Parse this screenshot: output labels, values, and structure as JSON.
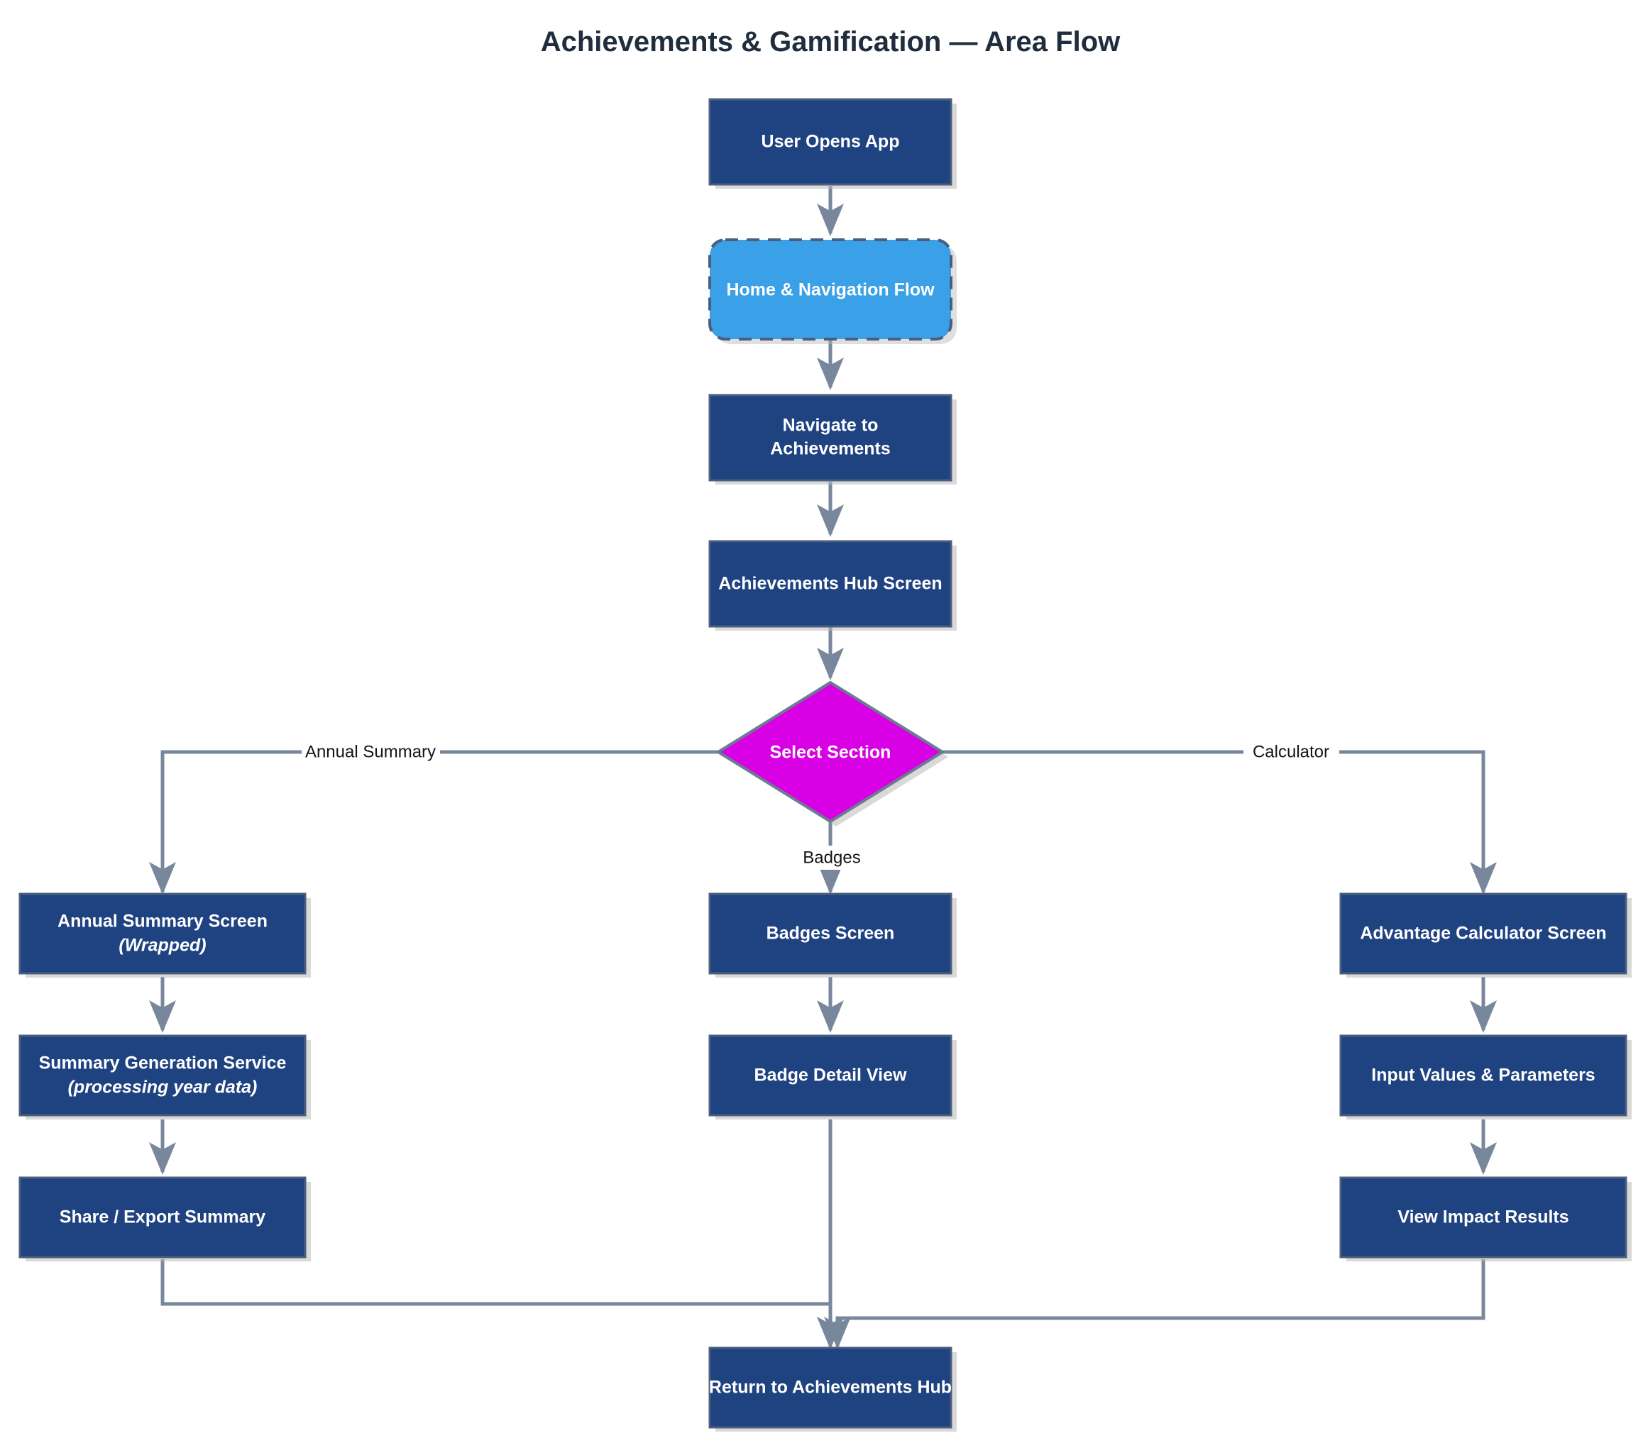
{
  "diagram": {
    "title": "Achievements & Gamification — Area Flow",
    "type": "flowchart",
    "direction": "top-down",
    "colors": {
      "node_fill": "#1f4281",
      "node_stroke": "#4a5e7d",
      "subflow_fill": "#3aa0e8",
      "decision_fill": "#d900e6",
      "decision_stroke": "#6b7b91",
      "edge": "#78879c",
      "title_text": "#1f2d3d",
      "node_text": "#ffffff",
      "edge_label_text": "#141414"
    },
    "nodes": {
      "user_opens_app": {
        "label": "User Opens App",
        "shape": "rect",
        "style": "process"
      },
      "home_nav_flow": {
        "label": "Home & Navigation Flow",
        "shape": "rounded-dashed",
        "style": "subflow"
      },
      "navigate_to_achievements": {
        "label_line1": "Navigate to",
        "label_line2": "Achievements",
        "shape": "rect",
        "style": "process"
      },
      "achievements_hub": {
        "label": "Achievements Hub Screen",
        "shape": "rect",
        "style": "process"
      },
      "select_section": {
        "label": "Select Section",
        "shape": "diamond",
        "style": "decision"
      },
      "annual_summary_screen": {
        "label_line1": "Annual Summary Screen",
        "label_line2": "(Wrapped)",
        "shape": "rect",
        "style": "process"
      },
      "summary_generation_service": {
        "label_line1": "Summary Generation Service",
        "label_line2": "(processing year data)",
        "shape": "rect",
        "style": "process"
      },
      "share_export_summary": {
        "label": "Share / Export Summary",
        "shape": "rect",
        "style": "process"
      },
      "badges_screen": {
        "label": "Badges Screen",
        "shape": "rect",
        "style": "process"
      },
      "badge_detail_view": {
        "label": "Badge Detail View",
        "shape": "rect",
        "style": "process"
      },
      "advantage_calculator_screen": {
        "label": "Advantage Calculator Screen",
        "shape": "rect",
        "style": "process"
      },
      "input_values_parameters": {
        "label": "Input Values & Parameters",
        "shape": "rect",
        "style": "process"
      },
      "view_impact_results": {
        "label": "View Impact Results",
        "shape": "rect",
        "style": "process"
      },
      "return_to_hub": {
        "label": "Return to Achievements Hub",
        "shape": "rect",
        "style": "process"
      }
    },
    "edge_labels": {
      "annual_summary": "Annual Summary",
      "badges": "Badges",
      "calculator": "Calculator"
    },
    "edges": [
      {
        "from": "user_opens_app",
        "to": "home_nav_flow",
        "label": ""
      },
      {
        "from": "home_nav_flow",
        "to": "navigate_to_achievements",
        "label": ""
      },
      {
        "from": "navigate_to_achievements",
        "to": "achievements_hub",
        "label": ""
      },
      {
        "from": "achievements_hub",
        "to": "select_section",
        "label": ""
      },
      {
        "from": "select_section",
        "to": "annual_summary_screen",
        "label": "Annual Summary"
      },
      {
        "from": "select_section",
        "to": "badges_screen",
        "label": "Badges"
      },
      {
        "from": "select_section",
        "to": "advantage_calculator_screen",
        "label": "Calculator"
      },
      {
        "from": "annual_summary_screen",
        "to": "summary_generation_service",
        "label": ""
      },
      {
        "from": "summary_generation_service",
        "to": "share_export_summary",
        "label": ""
      },
      {
        "from": "share_export_summary",
        "to": "return_to_hub",
        "label": ""
      },
      {
        "from": "badges_screen",
        "to": "badge_detail_view",
        "label": ""
      },
      {
        "from": "badge_detail_view",
        "to": "return_to_hub",
        "label": ""
      },
      {
        "from": "advantage_calculator_screen",
        "to": "input_values_parameters",
        "label": ""
      },
      {
        "from": "input_values_parameters",
        "to": "view_impact_results",
        "label": ""
      },
      {
        "from": "view_impact_results",
        "to": "return_to_hub",
        "label": ""
      }
    ]
  }
}
